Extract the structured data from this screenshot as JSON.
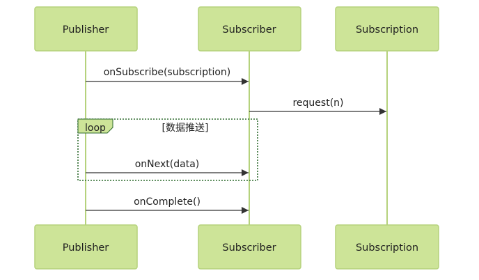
{
  "colors": {
    "actor_fill": "#cde498",
    "actor_border": "#b5d27c",
    "message_line": "#333333",
    "loop_border": "#2f6b2f"
  },
  "actors": [
    {
      "id": "publisher",
      "label": "Publisher"
    },
    {
      "id": "subscriber",
      "label": "Subscriber"
    },
    {
      "id": "subscription",
      "label": "Subscription"
    }
  ],
  "messages": [
    {
      "from": "Publisher",
      "to": "Subscriber",
      "label": "onSubscribe(subscription)"
    },
    {
      "from": "Subscriber",
      "to": "Subscription",
      "label": "request(n)"
    },
    {
      "from": "Publisher",
      "to": "Subscriber",
      "label": "onNext(data)"
    },
    {
      "from": "Publisher",
      "to": "Subscriber",
      "label": "onComplete()"
    }
  ],
  "loop": {
    "keyword": "loop",
    "condition": "[数据推送]"
  }
}
